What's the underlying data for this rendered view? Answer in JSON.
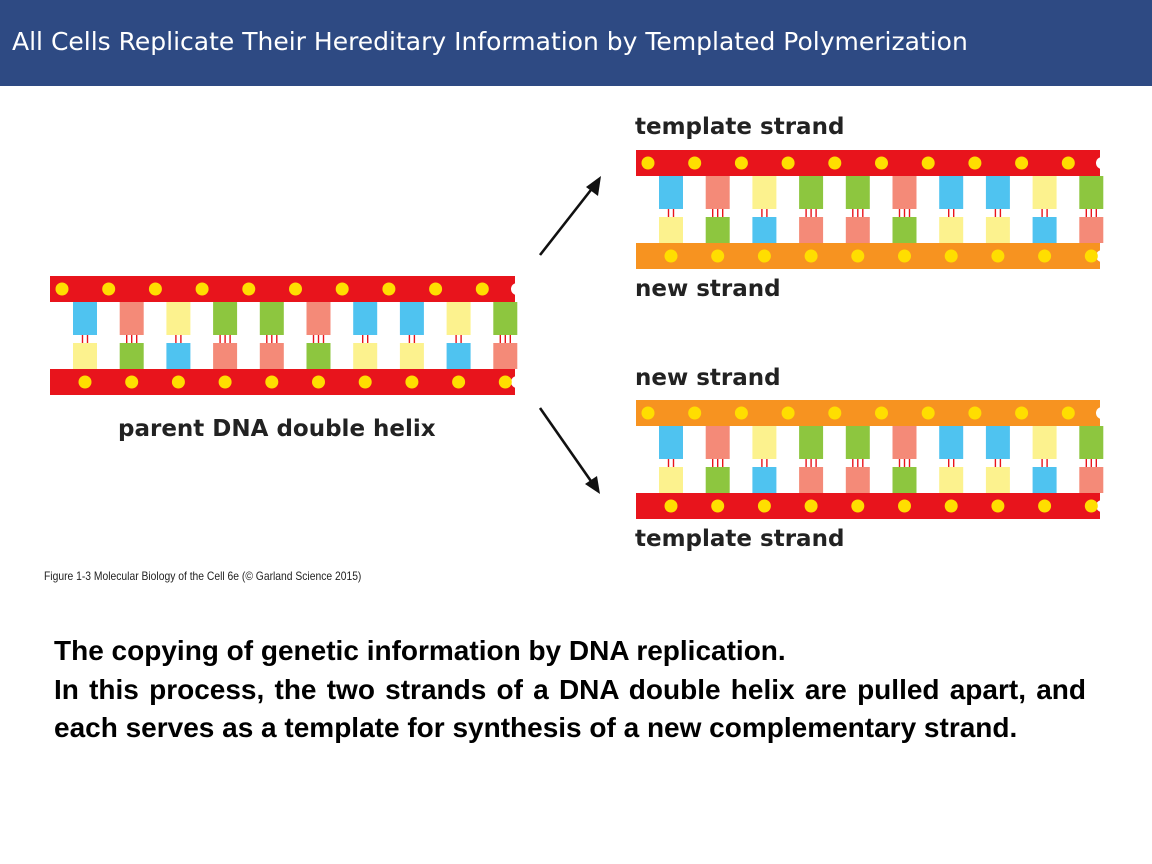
{
  "header": {
    "title": "All Cells Replicate Their Hereditary Information by Templated Polymerization"
  },
  "figure": {
    "parent_label": "parent DNA double helix",
    "top_label_upper": "template strand",
    "top_label_lower": "new strand",
    "bottom_label_upper": "new strand",
    "bottom_label_lower": "template strand",
    "credit": "Figure 1-3 Molecular Biology of the Cell 6e (© Garland Science 2015)",
    "base_sequence_template": [
      "blue",
      "salmon",
      "yellow",
      "green",
      "green",
      "salmon",
      "blue",
      "blue",
      "yellow",
      "green"
    ],
    "base_sequence_complement": [
      "yellow",
      "green",
      "blue",
      "salmon",
      "salmon",
      "green",
      "yellow",
      "yellow",
      "blue",
      "salmon"
    ],
    "colors": {
      "template_strand": "#e8141c",
      "new_strand": "#f79320",
      "phosphate": "#ffde00",
      "blue": "#4fc3f0",
      "salmon": "#f48a78",
      "yellow": "#fcf28e",
      "green": "#8dc63f",
      "bond": "#e8141c",
      "arrow": "#111111"
    }
  },
  "caption": {
    "heading": "The copying of genetic information by DNA replication.",
    "body": "In this process, the two strands of a DNA double helix are pulled apart, and each serves as a template for synthesis of a new complementary strand."
  }
}
